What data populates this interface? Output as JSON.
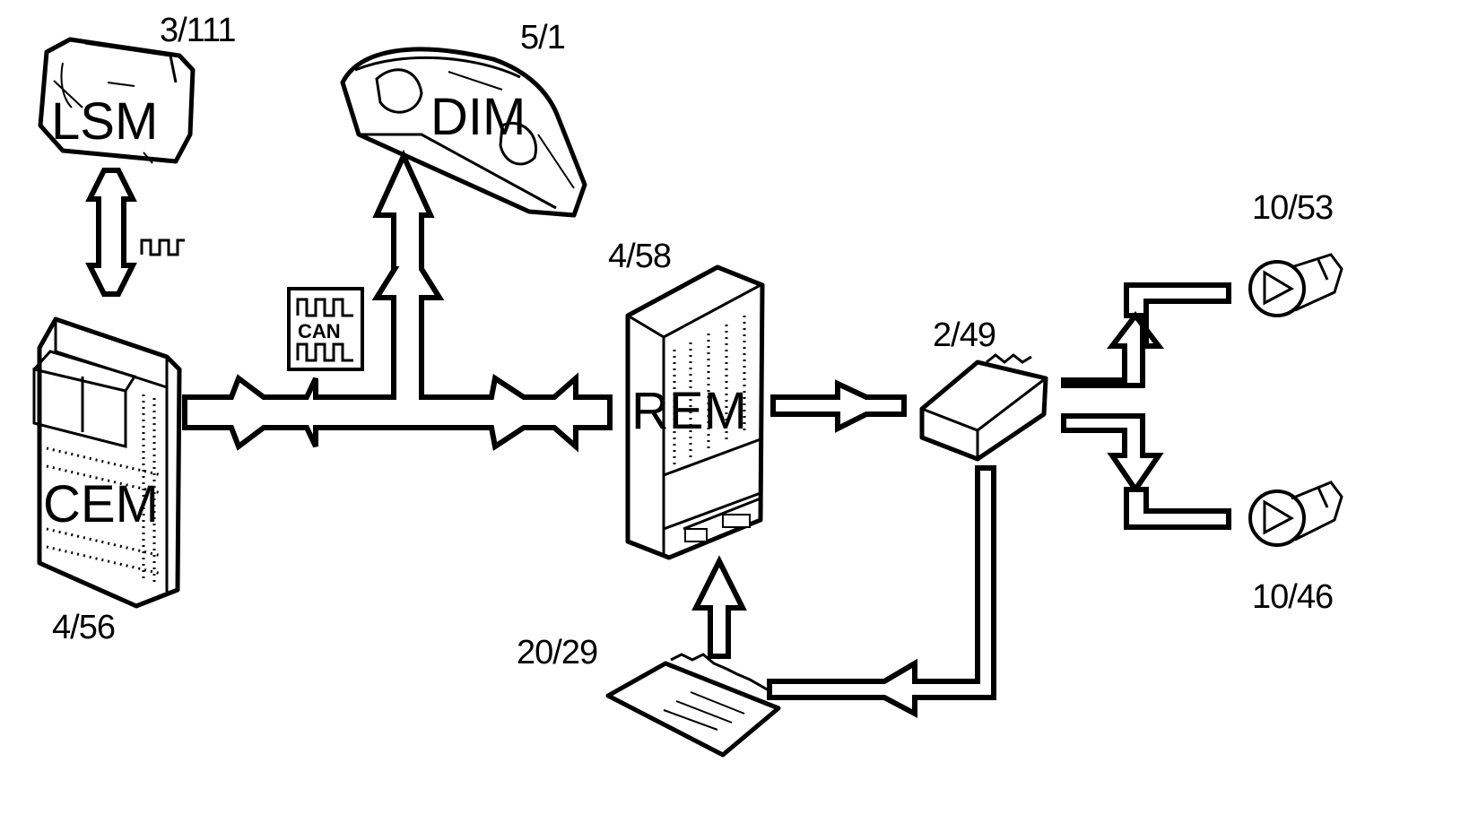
{
  "components": {
    "lsm": {
      "ref": "3/111",
      "label": "LSM"
    },
    "dim": {
      "ref": "5/1",
      "label": "DIM"
    },
    "cem": {
      "ref": "4/56",
      "label": "CEM"
    },
    "rem": {
      "ref": "4/58",
      "label": "REM"
    },
    "relay": {
      "ref": "2/49"
    },
    "switch": {
      "ref": "20/29"
    },
    "bulb_upper": {
      "ref": "10/53"
    },
    "bulb_lower": {
      "ref": "10/46"
    }
  },
  "bus": {
    "can_label": "CAN"
  },
  "colors": {
    "line": "#000000",
    "background": "#ffffff"
  }
}
